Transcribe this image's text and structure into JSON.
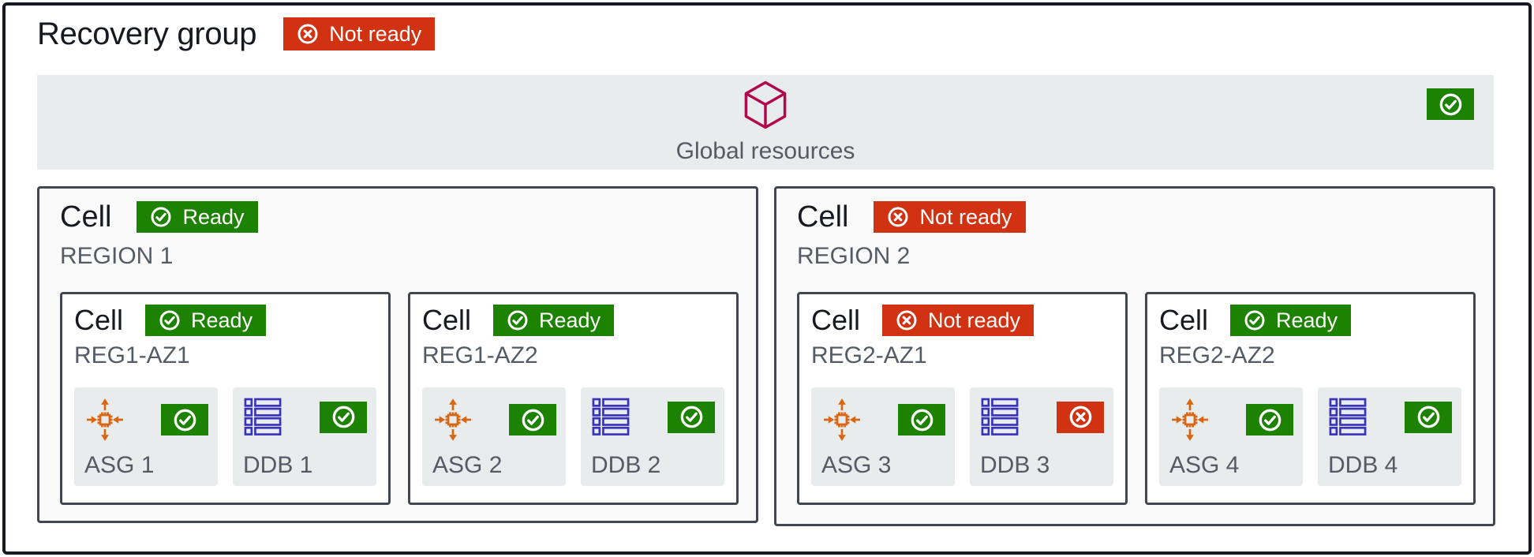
{
  "header": {
    "title": "Recovery group",
    "badge": {
      "label": "Not ready",
      "status": "not-ready"
    }
  },
  "global": {
    "label": "Global resources",
    "icon": "cube-icon",
    "status": "ready"
  },
  "colors": {
    "ready_green": "#1d8102",
    "not_ready_red": "#d13212",
    "panel_gray": "#e9eced",
    "region_bg": "#fafafa",
    "border_dark": "#424650",
    "frame_border": "#16191f",
    "text_primary": "#16191f",
    "text_secondary": "#545b64",
    "cube_pink": "#b0084d",
    "asg_orange": "#d86613",
    "ddb_indigo": "#3733bd"
  },
  "regions": [
    {
      "title": "Cell",
      "badge": {
        "label": "Ready",
        "status": "ready"
      },
      "subtitle": "REGION 1",
      "cells": [
        {
          "title": "Cell",
          "badge": {
            "label": "Ready",
            "status": "ready"
          },
          "subtitle": "REG1-AZ1",
          "resources": [
            {
              "label": "ASG 1",
              "icon": "asg-icon",
              "status": "ready"
            },
            {
              "label": "DDB 1",
              "icon": "ddb-icon",
              "status": "ready"
            }
          ]
        },
        {
          "title": "Cell",
          "badge": {
            "label": "Ready",
            "status": "ready"
          },
          "subtitle": "REG1-AZ2",
          "resources": [
            {
              "label": "ASG 2",
              "icon": "asg-icon",
              "status": "ready"
            },
            {
              "label": "DDB 2",
              "icon": "ddb-icon",
              "status": "ready"
            }
          ]
        }
      ]
    },
    {
      "title": "Cell",
      "badge": {
        "label": "Not ready",
        "status": "not-ready"
      },
      "subtitle": "REGION 2",
      "cells": [
        {
          "title": "Cell",
          "badge": {
            "label": "Not ready",
            "status": "not-ready"
          },
          "subtitle": "REG2-AZ1",
          "resources": [
            {
              "label": "ASG 3",
              "icon": "asg-icon",
              "status": "ready"
            },
            {
              "label": "DDB 3",
              "icon": "ddb-icon",
              "status": "not-ready"
            }
          ]
        },
        {
          "title": "Cell",
          "badge": {
            "label": "Ready",
            "status": "ready"
          },
          "subtitle": "REG2-AZ2",
          "resources": [
            {
              "label": "ASG 4",
              "icon": "asg-icon",
              "status": "ready"
            },
            {
              "label": "DDB 4",
              "icon": "ddb-icon",
              "status": "ready"
            }
          ]
        }
      ]
    }
  ]
}
